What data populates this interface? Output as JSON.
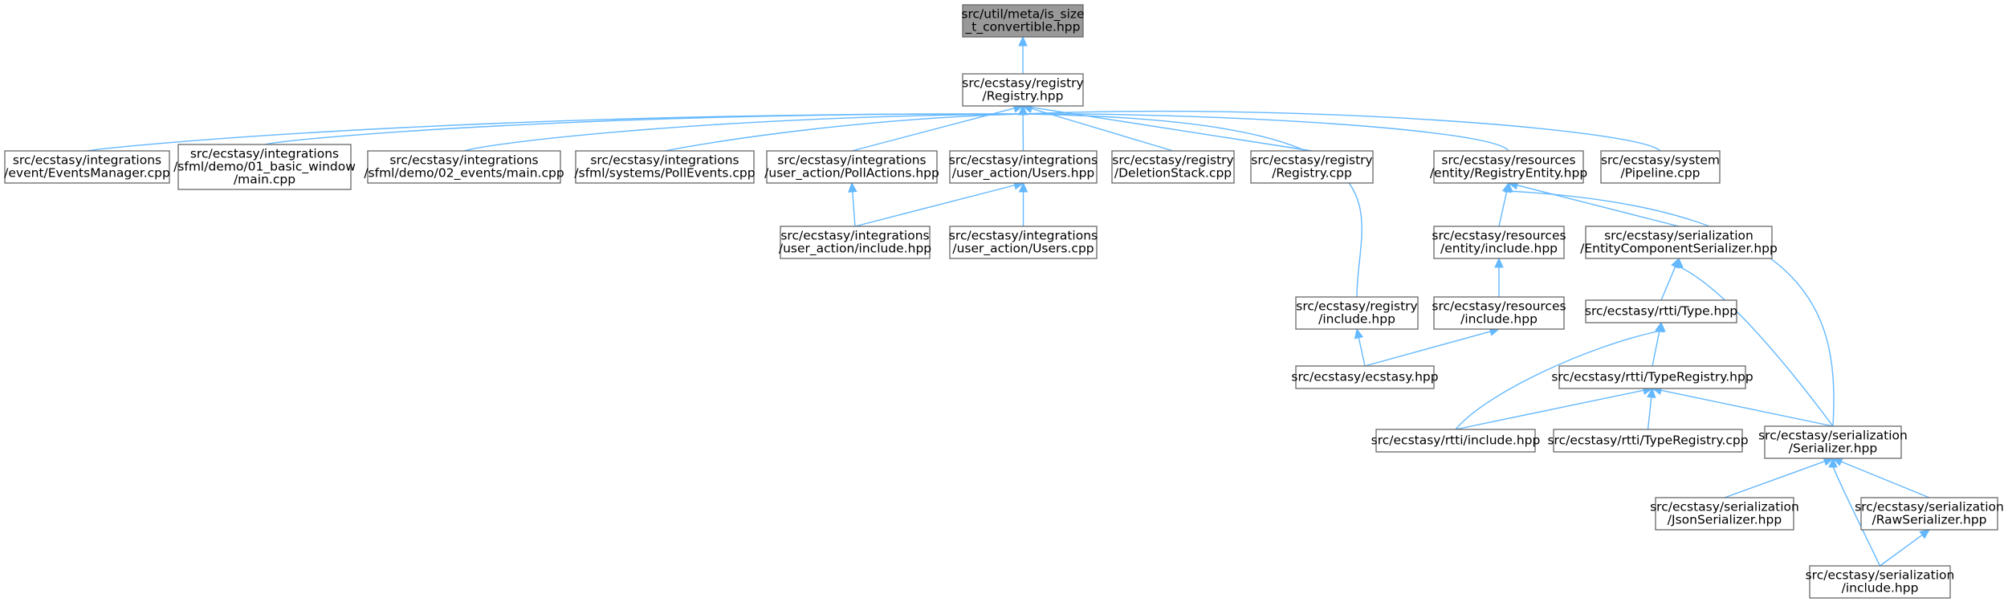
{
  "diagram": {
    "root_node": "src/util/meta/is_size_t_convertible.hpp",
    "colors": {
      "root_fill": "#999999",
      "node_fill": "#ffffff",
      "node_border": "#666666",
      "edge": "#63b8ff"
    },
    "nodes": [
      {
        "id": "is_size",
        "lines": [
          "src/util/meta/is_size",
          "_t_convertible.hpp"
        ]
      },
      {
        "id": "registry_hpp",
        "lines": [
          "src/ecstasy/registry",
          "/Registry.hpp"
        ]
      },
      {
        "id": "events_manager",
        "lines": [
          "src/ecstasy/integrations",
          "/event/EventsManager.cpp"
        ]
      },
      {
        "id": "basic_window",
        "lines": [
          "src/ecstasy/integrations",
          "/sfml/demo/01_basic_window",
          "/main.cpp"
        ]
      },
      {
        "id": "events_main",
        "lines": [
          "src/ecstasy/integrations",
          "/sfml/demo/02_events/main.cpp"
        ]
      },
      {
        "id": "poll_events",
        "lines": [
          "src/ecstasy/integrations",
          "/sfml/systems/PollEvents.cpp"
        ]
      },
      {
        "id": "poll_actions",
        "lines": [
          "src/ecstasy/integrations",
          "/user_action/PollActions.hpp"
        ]
      },
      {
        "id": "users_hpp",
        "lines": [
          "src/ecstasy/integrations",
          "/user_action/Users.hpp"
        ]
      },
      {
        "id": "deletion_stack",
        "lines": [
          "src/ecstasy/registry",
          "/DeletionStack.cpp"
        ]
      },
      {
        "id": "registry_cpp",
        "lines": [
          "src/ecstasy/registry",
          "/Registry.cpp"
        ]
      },
      {
        "id": "registry_entity",
        "lines": [
          "src/ecstasy/resources",
          "/entity/RegistryEntity.hpp"
        ]
      },
      {
        "id": "pipeline",
        "lines": [
          "src/ecstasy/system",
          "/Pipeline.cpp"
        ]
      },
      {
        "id": "ua_include",
        "lines": [
          "src/ecstasy/integrations",
          "/user_action/include.hpp"
        ]
      },
      {
        "id": "users_cpp",
        "lines": [
          "src/ecstasy/integrations",
          "/user_action/Users.cpp"
        ]
      },
      {
        "id": "entity_include",
        "lines": [
          "src/ecstasy/resources",
          "/entity/include.hpp"
        ]
      },
      {
        "id": "ecs_serializer",
        "lines": [
          "src/ecstasy/serialization",
          "/EntityComponentSerializer.hpp"
        ]
      },
      {
        "id": "registry_include",
        "lines": [
          "src/ecstasy/registry",
          "/include.hpp"
        ]
      },
      {
        "id": "resources_include",
        "lines": [
          "src/ecstasy/resources",
          "/include.hpp"
        ]
      },
      {
        "id": "rtti_type",
        "lines": [
          "src/ecstasy/rtti/Type.hpp"
        ]
      },
      {
        "id": "ecstasy_hpp",
        "lines": [
          "src/ecstasy/ecstasy.hpp"
        ]
      },
      {
        "id": "type_registry",
        "lines": [
          "src/ecstasy/rtti/TypeRegistry.hpp"
        ]
      },
      {
        "id": "rtti_include",
        "lines": [
          "src/ecstasy/rtti/include.hpp"
        ]
      },
      {
        "id": "type_registry_cpp",
        "lines": [
          "src/ecstasy/rtti/TypeRegistry.cpp"
        ]
      },
      {
        "id": "serializer",
        "lines": [
          "src/ecstasy/serialization",
          "/Serializer.hpp"
        ]
      },
      {
        "id": "json_serializer",
        "lines": [
          "src/ecstasy/serialization",
          "/JsonSerializer.hpp"
        ]
      },
      {
        "id": "raw_serializer",
        "lines": [
          "src/ecstasy/serialization",
          "/RawSerializer.hpp"
        ]
      },
      {
        "id": "serial_include",
        "lines": [
          "src/ecstasy/serialization",
          "/include.hpp"
        ]
      }
    ],
    "edges": [
      {
        "from": "registry_hpp",
        "to": "is_size"
      },
      {
        "from": "events_manager",
        "to": "registry_hpp"
      },
      {
        "from": "basic_window",
        "to": "registry_hpp"
      },
      {
        "from": "events_main",
        "to": "registry_hpp"
      },
      {
        "from": "poll_events",
        "to": "registry_hpp"
      },
      {
        "from": "poll_actions",
        "to": "registry_hpp"
      },
      {
        "from": "users_hpp",
        "to": "registry_hpp"
      },
      {
        "from": "deletion_stack",
        "to": "registry_hpp"
      },
      {
        "from": "registry_cpp",
        "to": "registry_hpp"
      },
      {
        "from": "registry_entity",
        "to": "registry_hpp"
      },
      {
        "from": "pipeline",
        "to": "registry_hpp"
      },
      {
        "from": "registry_include",
        "to": "registry_hpp"
      },
      {
        "from": "ua_include",
        "to": "poll_actions"
      },
      {
        "from": "ua_include",
        "to": "users_hpp"
      },
      {
        "from": "users_cpp",
        "to": "users_hpp"
      },
      {
        "from": "entity_include",
        "to": "registry_entity"
      },
      {
        "from": "ecs_serializer",
        "to": "registry_entity"
      },
      {
        "from": "serializer",
        "to": "registry_entity"
      },
      {
        "from": "resources_include",
        "to": "entity_include"
      },
      {
        "from": "rtti_type",
        "to": "ecs_serializer"
      },
      {
        "from": "serializer",
        "to": "ecs_serializer"
      },
      {
        "from": "ecstasy_hpp",
        "to": "registry_include"
      },
      {
        "from": "ecstasy_hpp",
        "to": "resources_include"
      },
      {
        "from": "type_registry",
        "to": "rtti_type"
      },
      {
        "from": "rtti_include",
        "to": "rtti_type"
      },
      {
        "from": "rtti_include",
        "to": "type_registry"
      },
      {
        "from": "type_registry_cpp",
        "to": "type_registry"
      },
      {
        "from": "serializer",
        "to": "type_registry"
      },
      {
        "from": "json_serializer",
        "to": "serializer"
      },
      {
        "from": "raw_serializer",
        "to": "serializer"
      },
      {
        "from": "serial_include",
        "to": "serializer"
      },
      {
        "from": "serial_include",
        "to": "raw_serializer"
      }
    ]
  }
}
